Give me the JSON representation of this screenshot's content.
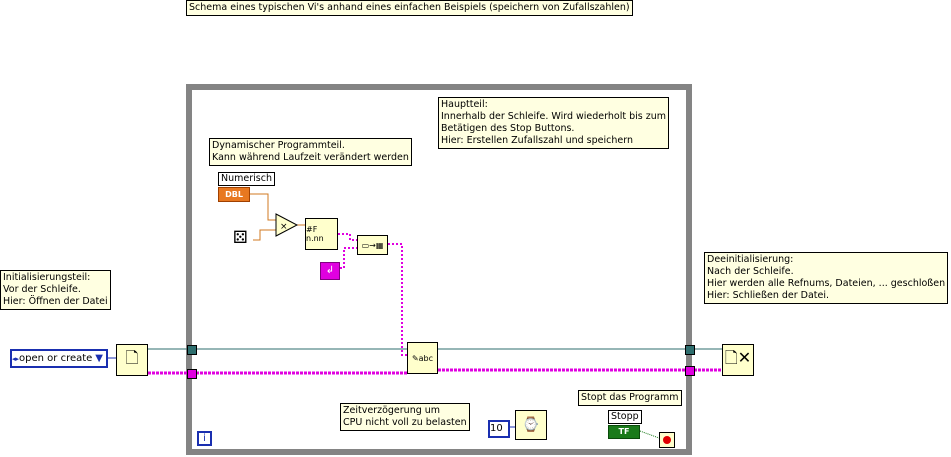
{
  "title_comment": "Schema eines typischen Vi's anhand eines einfachen Beispiels (speichern von Zufallszahlen)",
  "main_comment": "Hauptteil:\nInnerhalb der Schleife. Wird wiederholt bis zum\nBetätigen des Stop Buttons.\nHier: Erstellen Zufallszahl und speichern",
  "dynamic_comment": "Dynamischer Programmteil.\nKann während Laufzeit verändert werden",
  "init_comment": "Initialisierungsteil:\nVor der Schleife.\nHier: Öffnen der Datei",
  "deinit_comment": "Deeinitialisierung:\nNach der Schleife.\nHier werden alle Refnums, Dateien, ... geschloßen\nHier: Schließen der Datei.",
  "delay_comment": "Zeitverzögerung um\nCPU nicht voll zu belasten",
  "stop_comment": "Stopt das Programm",
  "numeric_label": "Numerisch",
  "numeric_type": "DBL",
  "enum_value": "open or create",
  "wait_constant": "10",
  "stop_label": "Stopp",
  "stop_type": "TF",
  "iteration_terminal": "i",
  "colors": {
    "refnum_wire": "#2e6e6e",
    "error_wire": "#e000e0",
    "numeric_wire": "#d07820",
    "loop_border": "#848484",
    "comment_bg": "#ffffe1"
  }
}
